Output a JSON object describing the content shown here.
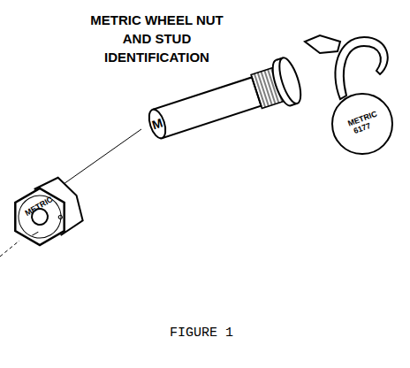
{
  "diagram": {
    "title": "METRIC WHEEL NUT AND STUD IDENTIFICATION",
    "caption": "FIGURE 1",
    "nodes": [
      {
        "text": [
          "METRIC",
          "6177"
        ]
      }
    ],
    "labels": [
      "M",
      "METRIC"
    ]
  }
}
